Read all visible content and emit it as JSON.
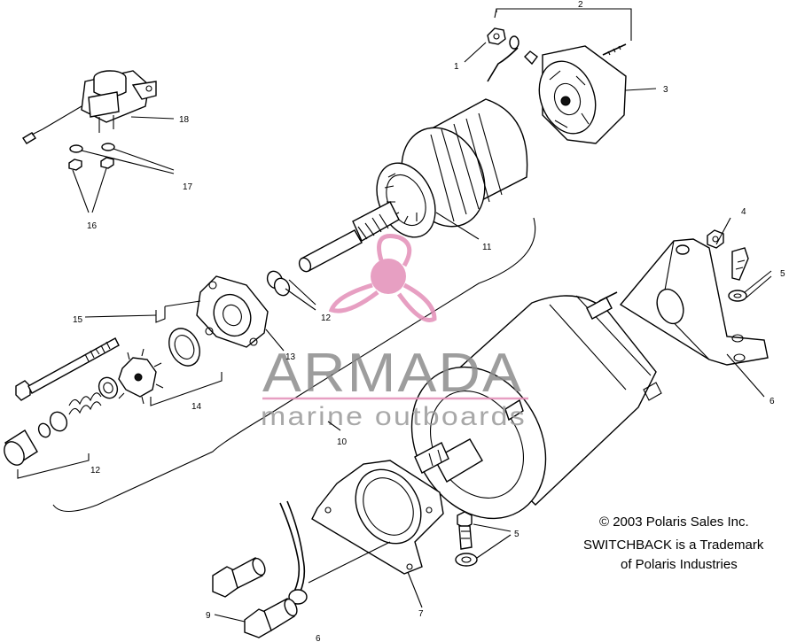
{
  "callouts": [
    {
      "id": "c1",
      "text": "1"
    },
    {
      "id": "c2",
      "text": "2"
    },
    {
      "id": "c3",
      "text": "3"
    },
    {
      "id": "c4",
      "text": "4"
    },
    {
      "id": "c5a",
      "text": "5"
    },
    {
      "id": "c5b",
      "text": "5"
    },
    {
      "id": "c6a",
      "text": "6"
    },
    {
      "id": "c6b",
      "text": "6"
    },
    {
      "id": "c7",
      "text": "7"
    },
    {
      "id": "c9",
      "text": "9"
    },
    {
      "id": "c10",
      "text": "10"
    },
    {
      "id": "c11",
      "text": "11"
    },
    {
      "id": "c12a",
      "text": "12"
    },
    {
      "id": "c12b",
      "text": "12"
    },
    {
      "id": "c13",
      "text": "13"
    },
    {
      "id": "c14",
      "text": "14"
    },
    {
      "id": "c15",
      "text": "15"
    },
    {
      "id": "c16",
      "text": "16"
    },
    {
      "id": "c17",
      "text": "17"
    },
    {
      "id": "c18",
      "text": "18"
    }
  ],
  "copyright": {
    "line1": "© 2003 Polaris Sales Inc.",
    "line2": "SWITCHBACK is a Trademark",
    "line3": "of Polaris Industries"
  },
  "watermark": {
    "title": "ARMADA",
    "subtitle": "marine outboards",
    "accent_color": "#e38fb8",
    "text_color": "#8c8c8c"
  }
}
